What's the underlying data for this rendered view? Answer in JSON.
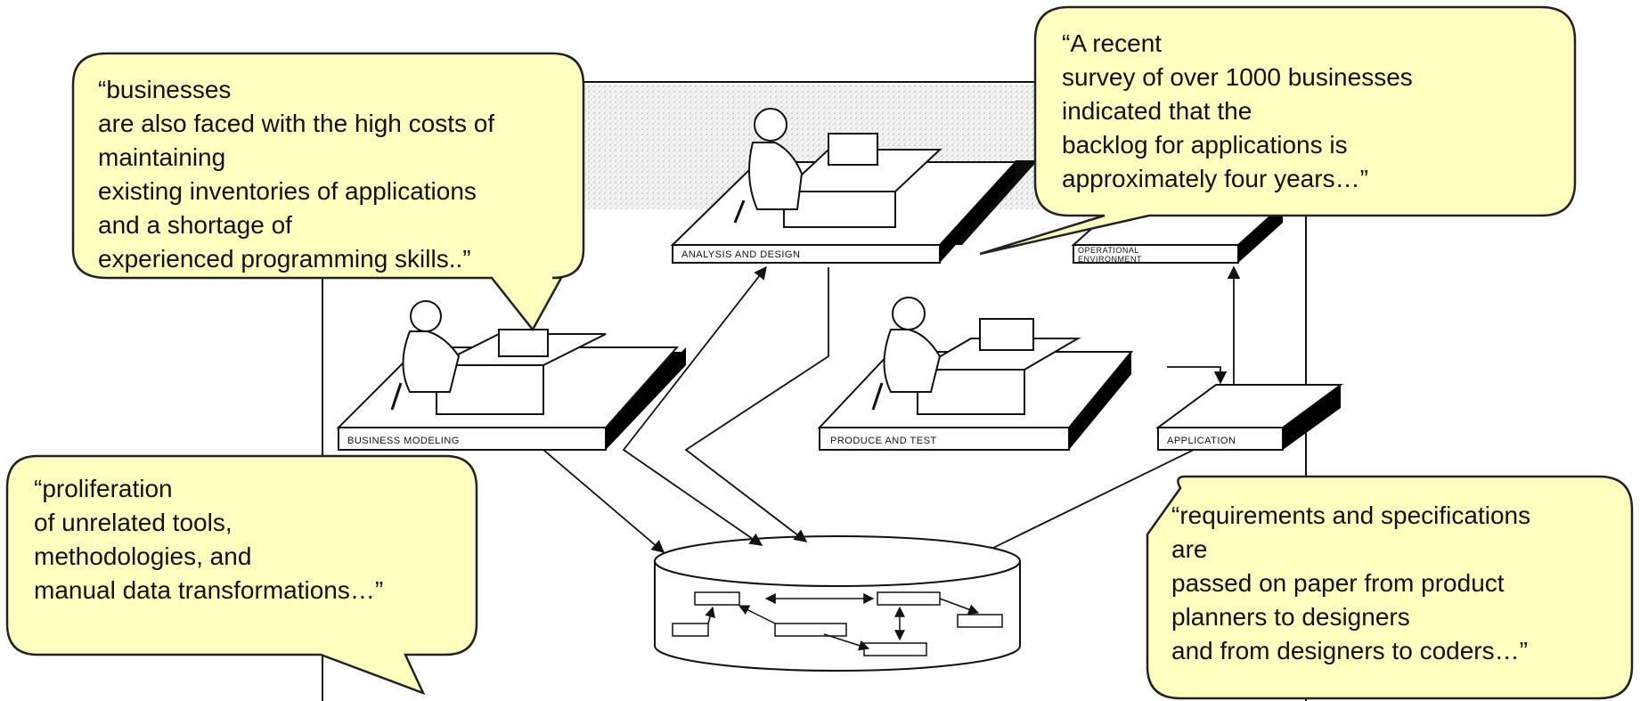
{
  "colors": {
    "callout_fill": "#FFFFC0",
    "callout_stroke": "#222222",
    "line": "#111111"
  },
  "stations": {
    "business_modeling": "BUSINESS MODELING",
    "analysis_design": "ANALYSIS AND DESIGN",
    "operational_line1": "OPERATIONAL",
    "operational_line2": "ENVIRONMENT",
    "produce_test": "PRODUCE AND TEST",
    "application": "APPLICATION"
  },
  "callouts": {
    "maintenance": {
      "lines": [
        "“businesses",
        "are also faced with the high costs of",
        "maintaining",
        "existing inventories of applications",
        "and a shortage of",
        "experienced programming skills..”"
      ]
    },
    "backlog": {
      "lines": [
        "“A recent",
        "survey of over 1000 businesses",
        "indicated that the",
        "backlog for applications is",
        "approximately four years…”"
      ]
    },
    "proliferation": {
      "lines": [
        "“proliferation",
        "of unrelated tools,",
        "methodologies, and",
        "manual data transformations…”"
      ]
    },
    "requirements": {
      "lines": [
        "“requirements and specifications",
        "are",
        "passed on paper from product",
        "planners to designers",
        "and from designers to coders…”"
      ]
    }
  }
}
